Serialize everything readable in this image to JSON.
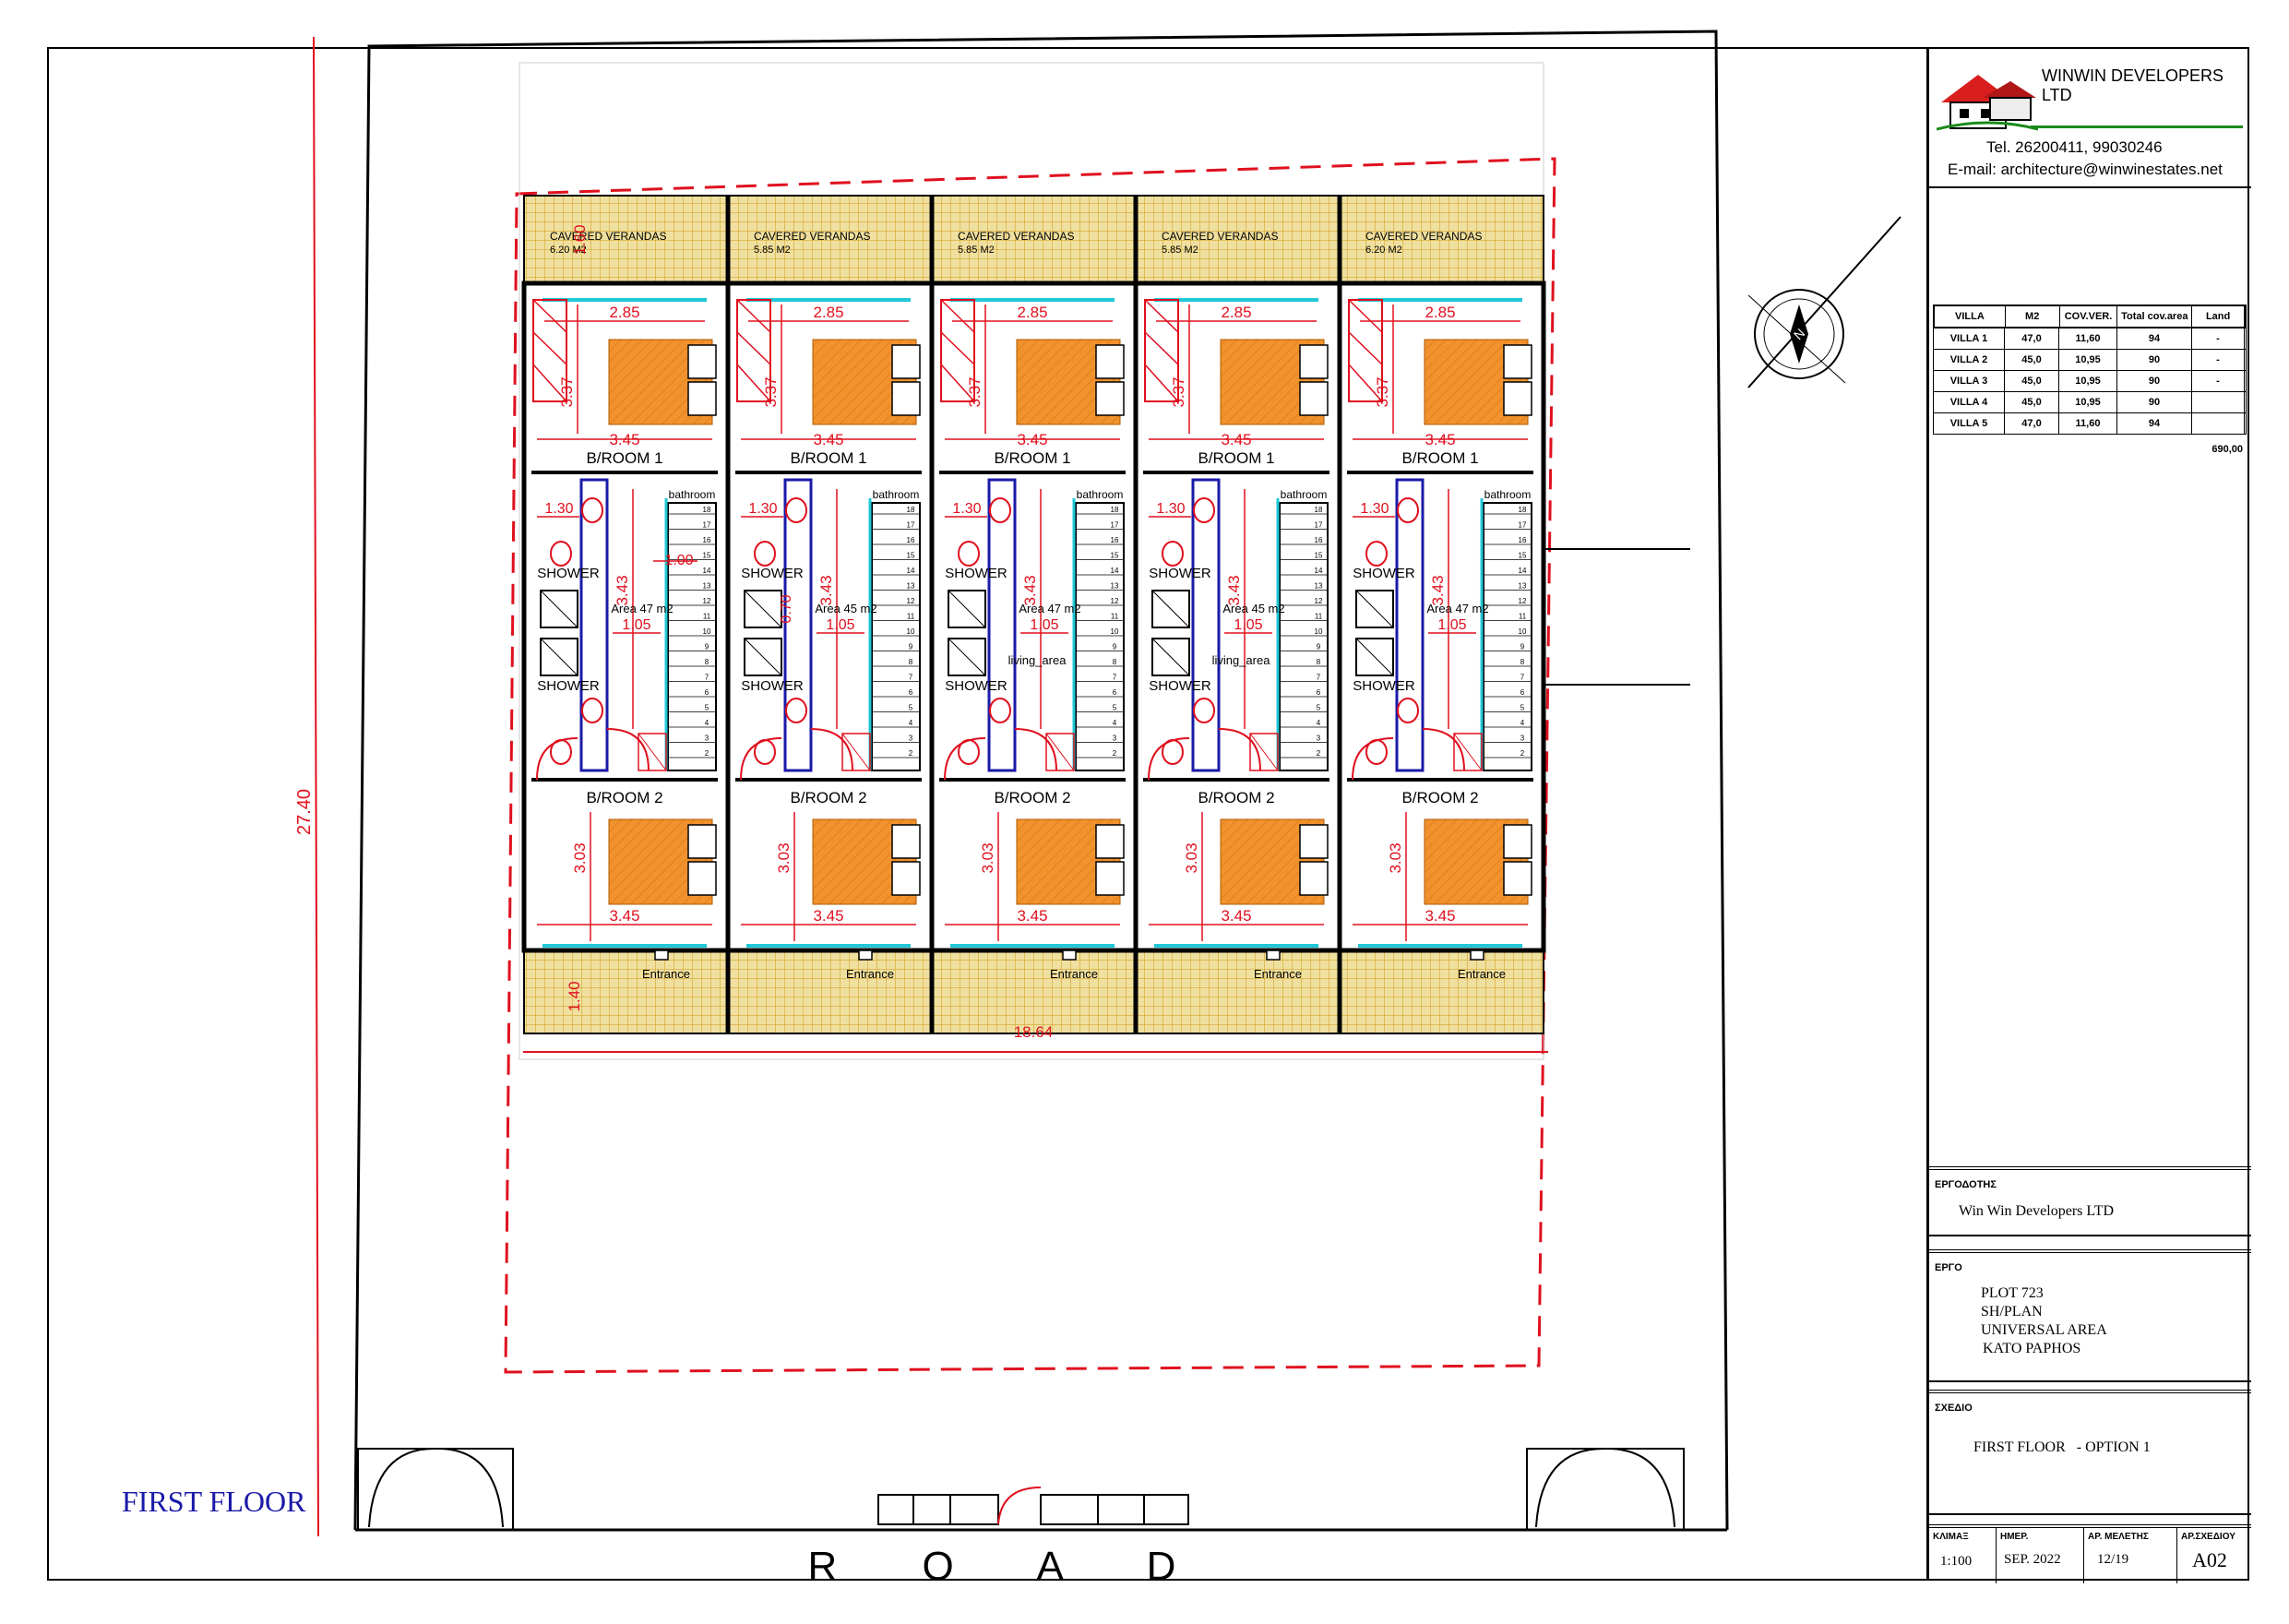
{
  "company": {
    "name": "WINWIN DEVELOPERS LTD",
    "tel": "Tel. 26200411, 99030246",
    "email": "E-mail: architecture@winwinestates.net"
  },
  "colors": {
    "wall": "#000000",
    "dimension": "#e0101e",
    "bed": "#f0922e",
    "veranda": "#f0e0a0",
    "veranda_grid": "#d4a52a",
    "fixtures": "#1a1aa8",
    "glazing": "#20c8d8",
    "drawing_title": "#1a1aa8"
  },
  "areas_table": {
    "headers": [
      "VILLA",
      "M2",
      "COV.VER.",
      "Total cov.area",
      "Land"
    ],
    "rows": [
      [
        "VILLA 1",
        "47,0",
        "11,60",
        "94",
        "-"
      ],
      [
        "VILLA 2",
        "45,0",
        "10,95",
        "90",
        "-"
      ],
      [
        "VILLA 3",
        "45,0",
        "10,95",
        "90",
        "-"
      ],
      [
        "VILLA 4",
        "45,0",
        "10,95",
        "90",
        ""
      ],
      [
        "VILLA 5",
        "47,0",
        "11,60",
        "94",
        ""
      ]
    ],
    "total": "690,00"
  },
  "title_block": {
    "owner_label": "ΕΡΓΟΔΟΤΗΣ",
    "owner_value": "Win Win Developers LTD",
    "project_label": "ΕΡΓΟ",
    "project_lines": [
      "PLOT 723",
      "SH/PLAN",
      "UNIVERSAL AREA",
      "KATO PAPHOS"
    ],
    "drawing_label": "ΣΧΕΔΙΟ",
    "drawing_value": "FIRST FLOOR   - OPTION 1",
    "scale_label": "ΚΛΙΜΑΞ",
    "scale_value": "1:100",
    "date_label": "ΗΜΕΡ.",
    "date_value": "SEP. 2022",
    "study_label": "ΑΡ. ΜΕΛΕΤΗΣ",
    "study_value": "12/19",
    "sheet_label": "ΑΡ.ΣΧΕΔΙΟΥ",
    "sheet_value": "A02"
  },
  "drawing": {
    "title": "FIRST FLOOR",
    "road": "R O A D",
    "site_dim_vertical": "27.40",
    "overall_width": "18.64",
    "veranda_depth_top": "1.60",
    "veranda_depth_bottom": "1.40",
    "verandas": [
      {
        "label": "CAVERED VERANDAS",
        "area": "6.20 M2"
      },
      {
        "label": "CAVERED VERANDAS",
        "area": "5.85 M2"
      },
      {
        "label": "CAVERED VERANDAS",
        "area": "5.85 M2"
      },
      {
        "label": "CAVERED VERANDAS",
        "area": "5.85 M2"
      },
      {
        "label": "CAVERED VERANDAS",
        "area": "6.20 M2"
      }
    ],
    "units": [
      {
        "bedroom1": "B/ROOM 1",
        "bedroom2": "B/ROOM 2",
        "shower": "SHOWER",
        "bathroom": "bathroom",
        "area": "Area 47 m2",
        "living": "",
        "entrance": "Entrance"
      },
      {
        "bedroom1": "B/ROOM 1",
        "bedroom2": "B/ROOM 2",
        "shower": "SHOWER",
        "bathroom": "bathroom",
        "area": "Area 45 m2",
        "living": "",
        "entrance": "Entrance"
      },
      {
        "bedroom1": "B/ROOM 1",
        "bedroom2": "B/ROOM 2",
        "shower": "SHOWER",
        "bathroom": "bathroom",
        "area": "Area 47 m2",
        "living": "living_area",
        "entrance": "Entrance"
      },
      {
        "bedroom1": "B/ROOM 1",
        "bedroom2": "B/ROOM 2",
        "shower": "SHOWER",
        "bathroom": "bathroom",
        "area": "Area 45 m2",
        "living": "living_area",
        "entrance": "Entrance"
      },
      {
        "bedroom1": "B/ROOM 1",
        "bedroom2": "B/ROOM 2",
        "shower": "SHOWER",
        "bathroom": "bathroom",
        "area": "Area 47 m2",
        "living": "",
        "entrance": "Entrance"
      }
    ],
    "dims": {
      "bed1_width": "2.85",
      "bed1_depth": "3.37",
      "room_width": "3.45",
      "bath_width": "1.30",
      "mid_depth": "3.43",
      "stair_width": "1.05",
      "stair_gap": "1.00",
      "shower_w": "0.70",
      "bed2_depth": "3.03"
    },
    "stair_steps": [
      "18",
      "17",
      "16",
      "15",
      "14",
      "13",
      "12",
      "11",
      "10",
      "9",
      "8",
      "7",
      "6",
      "5",
      "4",
      "3",
      "2"
    ]
  }
}
